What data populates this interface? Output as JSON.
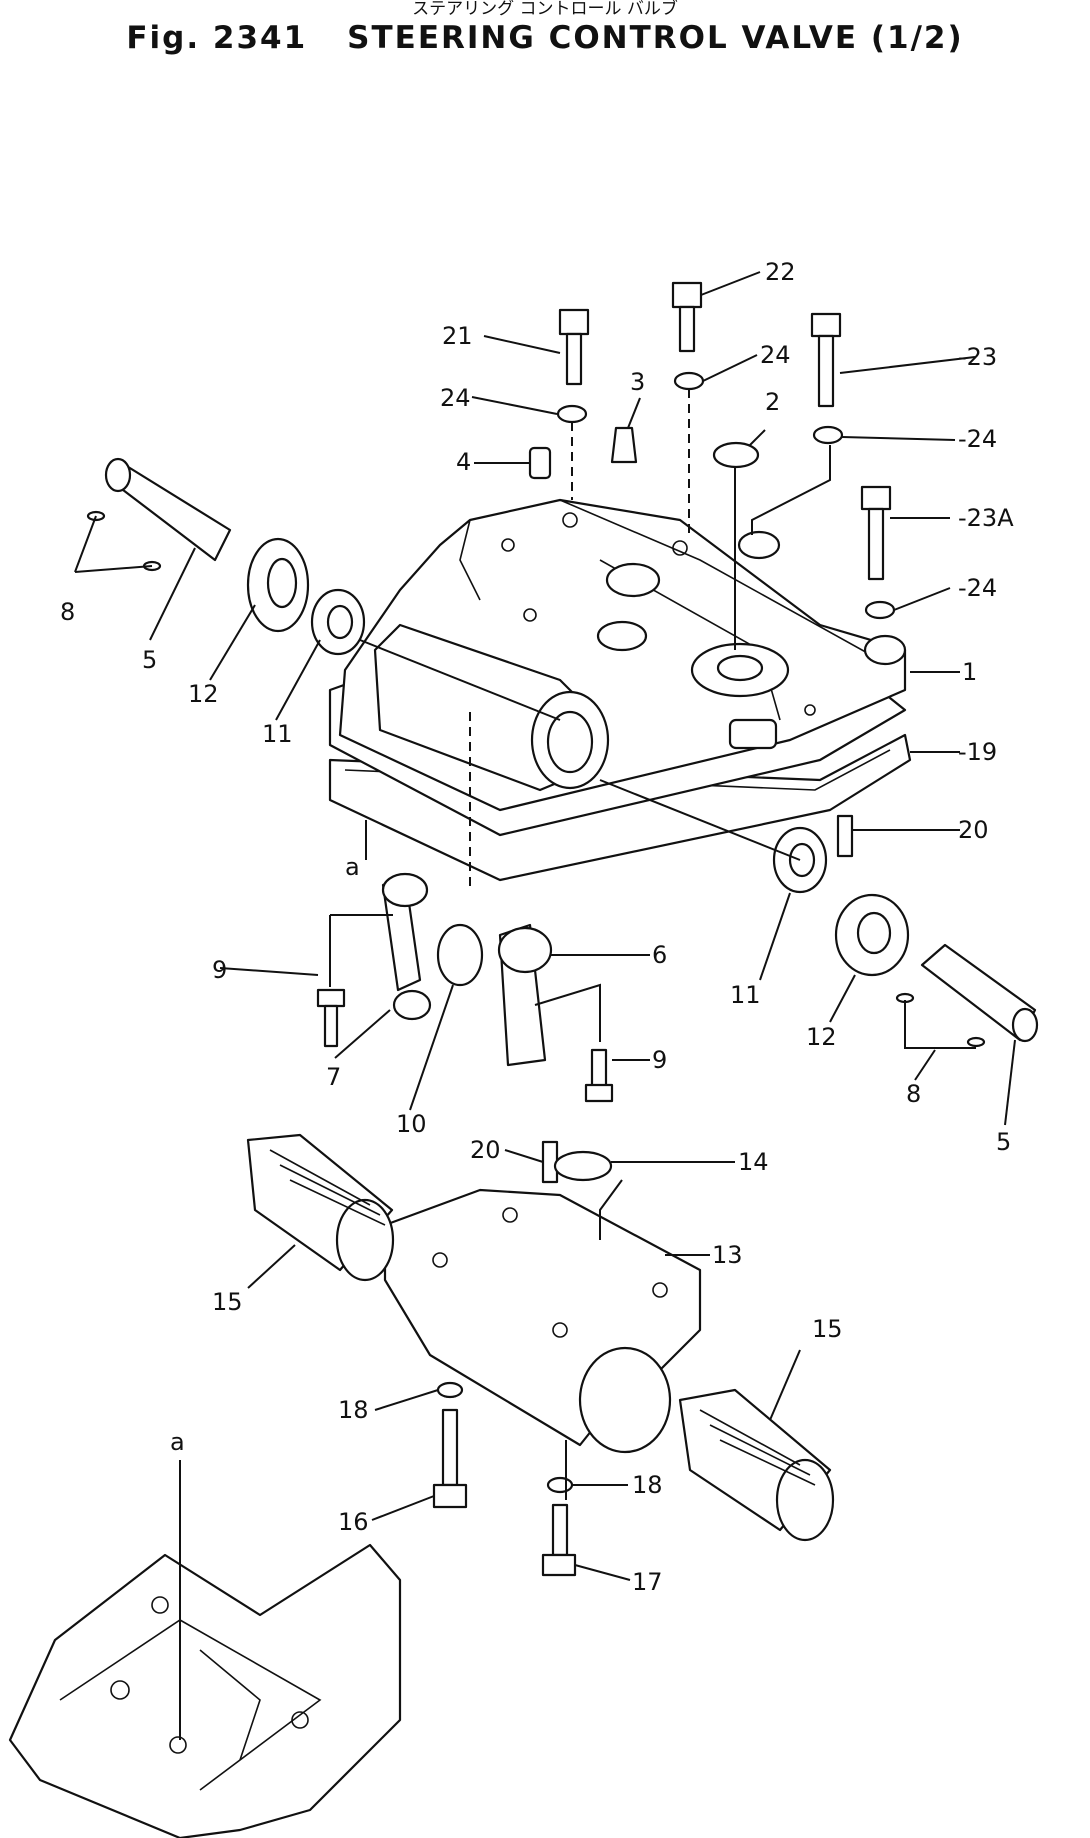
{
  "header": {
    "japanese_title": "ステアリング コントロール バルブ",
    "figure_number": "Fig. 2341",
    "title": "STEERING CONTROL VALVE (1/2)"
  },
  "callouts": {
    "c1": "1",
    "c2": "2",
    "c3": "3",
    "c4": "4",
    "c5_left": "5",
    "c5_right": "5",
    "c6": "6",
    "c7": "7",
    "c8_left": "8",
    "c8_right": "8",
    "c9_left": "9",
    "c9_right": "9",
    "c10": "10",
    "c11_left": "11",
    "c11_right": "11",
    "c12_left": "12",
    "c12_right": "12",
    "c13": "13",
    "c14": "14",
    "c15_left": "15",
    "c15_right": "15",
    "c16": "16",
    "c17": "17",
    "c18_upper": "18",
    "c18_lower": "18",
    "c19": "-19",
    "c20_upper": "20",
    "c20_lower": "20",
    "c21": "21",
    "c22": "22",
    "c23": "-23",
    "c23a": "-23A",
    "c24_a": "24",
    "c24_b": "24",
    "c24_c": "-24",
    "c24_d": "-24",
    "ref_a_upper": "a",
    "ref_a_lower": "a"
  }
}
